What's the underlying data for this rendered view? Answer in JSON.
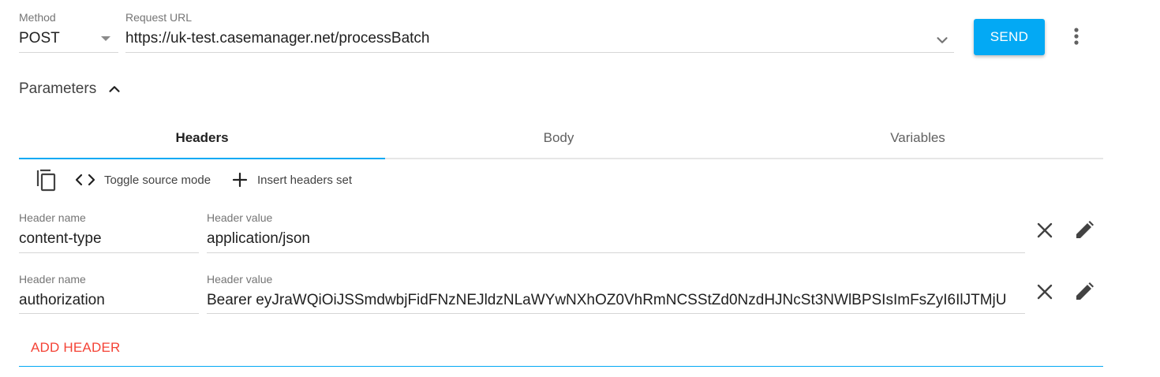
{
  "request": {
    "method_label": "Method",
    "method_value": "POST",
    "url_label": "Request URL",
    "url_value": "https://uk-test.casemanager.net/processBatch",
    "send_label": "SEND"
  },
  "parameters": {
    "title": "Parameters",
    "tabs": [
      {
        "label": "Headers",
        "active": true
      },
      {
        "label": "Body",
        "active": false
      },
      {
        "label": "Variables",
        "active": false
      }
    ]
  },
  "toolbar": {
    "toggle_source_label": "Toggle source mode",
    "insert_headers_label": "Insert headers set"
  },
  "headers": [
    {
      "name_label": "Header name",
      "name": "content-type",
      "value_label": "Header value",
      "value": "application/json"
    },
    {
      "name_label": "Header name",
      "name": "authorization",
      "value_label": "Header value",
      "value": "Bearer eyJraWQiOiJSSmdwbjFidFNzNEJldzNLaWYwNXhOZ0VhRmNCSStZd0NzdHJNcSt3NWlBPSIsImFsZyI6IlJTMjU"
    }
  ],
  "add_header_label": "ADD HEADER",
  "colors": {
    "accent": "#03a9f4",
    "add_header": "#f44336"
  },
  "icons": {
    "method_caret": "caret-down-icon",
    "url_history": "chevron-down-icon",
    "more": "more-vert-icon",
    "params_collapse": "chevron-up-icon",
    "copy": "copy-icon",
    "code": "code-icon",
    "add": "plus-icon",
    "remove": "close-icon",
    "edit": "pencil-icon"
  }
}
